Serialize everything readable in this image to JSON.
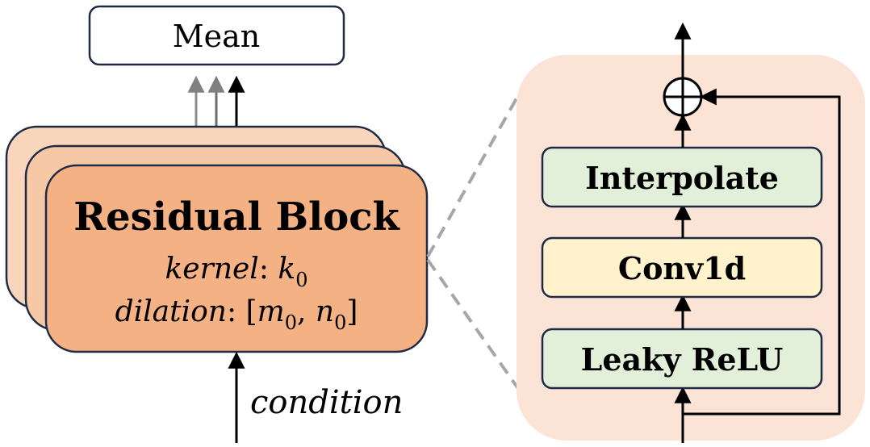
{
  "output_box": {
    "label": "Mean"
  },
  "residual_block": {
    "title": "Residual Block",
    "kernel_name": "kernel",
    "kernel_sep": ": ",
    "kernel_value": "k",
    "kernel_sub": "0",
    "dilation_name": "dilation",
    "dilation_sep": ": [",
    "dilation_m": "m",
    "dilation_m_sub": "0",
    "dilation_comma": ", ",
    "dilation_n": "n",
    "dilation_n_sub": "0",
    "dilation_close": "]"
  },
  "input_label": "condition",
  "detail": {
    "layers": [
      {
        "label": "Interpolate",
        "color": "#e2efd9"
      },
      {
        "label": "Conv1d",
        "color": "#fff2cc"
      },
      {
        "label": "Leaky ReLU",
        "color": "#e2efd9"
      }
    ],
    "sum_symbol": "⊕",
    "panel_color": "#fbe3d6"
  },
  "colors": {
    "block_front": "#f4b183",
    "block_back1": "#f7c8a5",
    "block_back2": "#f9d5bc",
    "stroke": "#1f2a44"
  }
}
